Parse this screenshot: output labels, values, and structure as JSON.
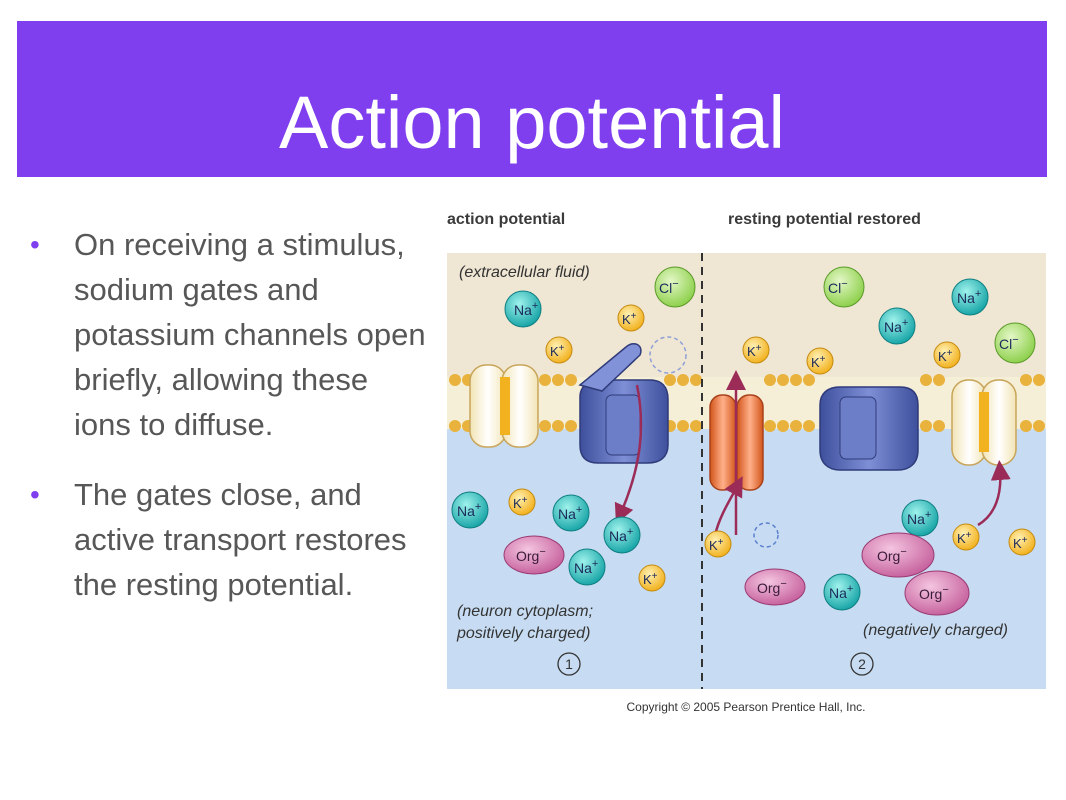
{
  "slide": {
    "title": "Action potential",
    "accent_color": "#7f3fee",
    "bullets": [
      "On receiving a stimulus, sodium gates and potassium channels open briefly, allowing these ions to diffuse.",
      "The gates close, and active transport restores the resting potential."
    ]
  },
  "diagram": {
    "panel_left_label": "action potential",
    "panel_right_label": "resting potential restored",
    "extracellular_label": "(extracellular fluid)",
    "cytoplasm_label_line1": "(neuron cytoplasm;",
    "cytoplasm_label_line2": "positively charged)",
    "negative_label": "(negatively charged)",
    "step1": "1",
    "step2": "2",
    "copyright": "Copyright © 2005 Pearson Prentice Hall, Inc.",
    "ion_na": "Na",
    "ion_k": "K",
    "ion_cl": "Cl",
    "ion_org": "Org",
    "plus": "+",
    "minus": "−"
  }
}
